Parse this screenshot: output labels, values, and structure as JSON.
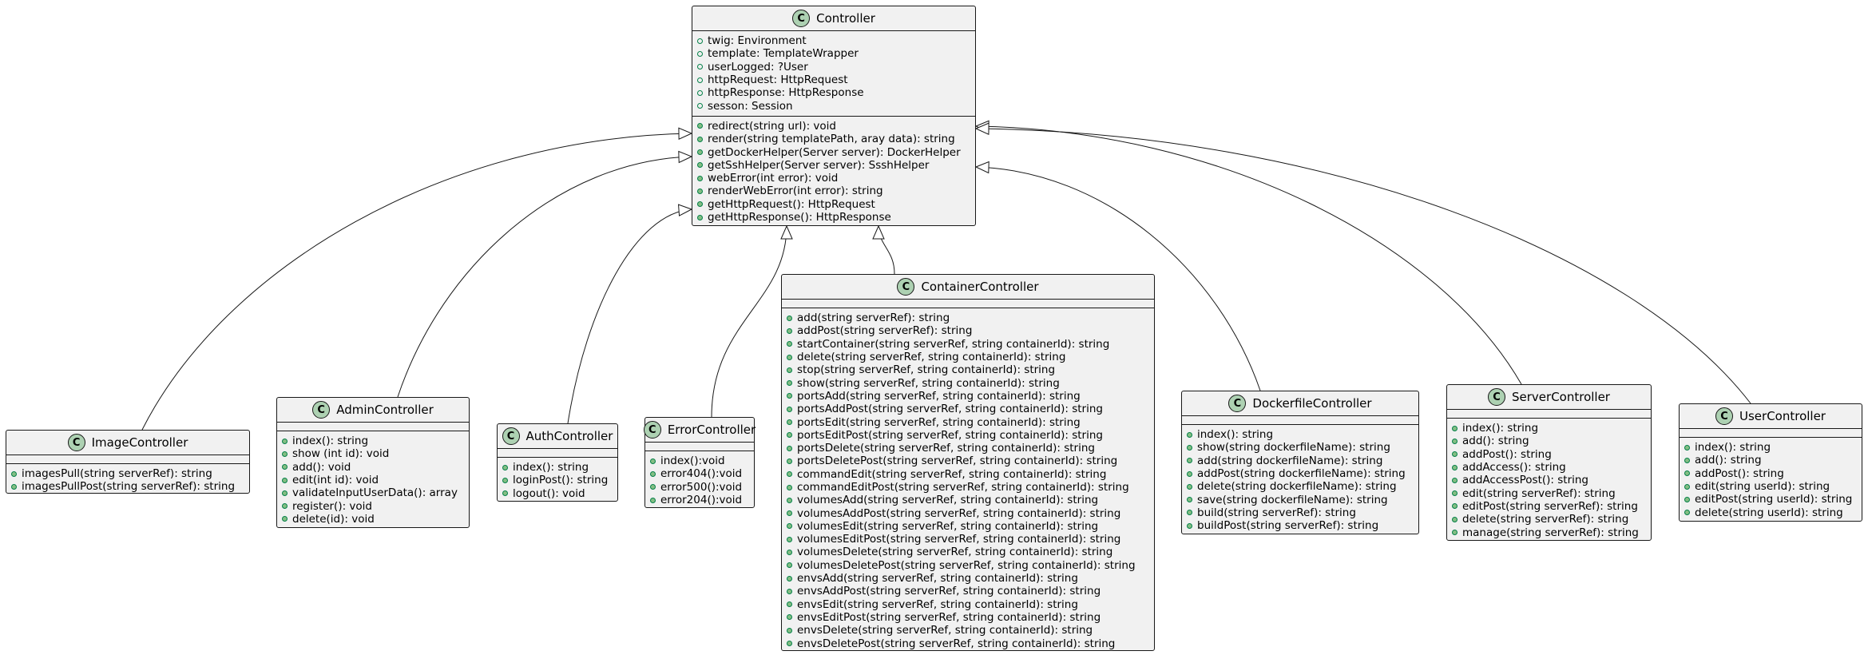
{
  "diagram": {
    "classes": {
      "controller": {
        "name": "Controller",
        "badge": "C",
        "attributes": [
          "twig: Environment",
          "template: TemplateWrapper",
          "userLogged: ?User",
          "httpRequest: HttpRequest",
          "httpResponse: HttpResponse",
          "sesson: Session"
        ],
        "methods": [
          "redirect(string url): void",
          "render(string templatePath, aray data): string",
          "getDockerHelper(Server server): DockerHelper",
          "getSshHelper(Server server): SsshHelper",
          "webError(int error): void",
          "renderWebError(int error): string",
          "getHttpRequest(): HttpRequest",
          "getHttpResponse(): HttpResponse"
        ]
      },
      "image": {
        "name": "ImageController",
        "badge": "C",
        "methods": [
          "imagesPull(string serverRef): string",
          "imagesPullPost(string serverRef): string"
        ]
      },
      "admin": {
        "name": "AdminController",
        "badge": "C",
        "methods": [
          "index(): string",
          "show (int id): void",
          "add(): void",
          "edit(int id): void",
          "validateInputUserData(): array",
          "register(): void",
          "delete(id): void"
        ]
      },
      "auth": {
        "name": "AuthController",
        "badge": "C",
        "methods": [
          "index(): string",
          "loginPost(): string",
          "logout(): void"
        ]
      },
      "error": {
        "name": "ErrorController",
        "badge": "C",
        "methods": [
          "index():void",
          "error404():void",
          "error500():void",
          "error204():void"
        ]
      },
      "container": {
        "name": "ContainerController",
        "badge": "C",
        "methods": [
          "add(string serverRef): string",
          "addPost(string serverRef): string",
          "startContainer(string serverRef, string containerId): string",
          "delete(string serverRef, string containerId): string",
          "stop(string serverRef, string containerId): string",
          "show(string serverRef, string containerId): string",
          "portsAdd(string serverRef, string containerId): string",
          "portsAddPost(string serverRef, string containerId): string",
          "portsEdit(string serverRef, string containerId): string",
          "portsEditPost(string serverRef, string containerId): string",
          "portsDelete(string serverRef, string containerId): string",
          "portsDeletePost(string serverRef, string containerId): string",
          "commandEdit(string serverRef, string containerId): string",
          "commandEditPost(string serverRef, string containerId): string",
          "volumesAdd(string serverRef, string containerId): string",
          "volumesAddPost(string serverRef, string containerId): string",
          "volumesEdit(string serverRef, string containerId): string",
          "volumesEditPost(string serverRef, string containerId): string",
          "volumesDelete(string serverRef, string containerId): string",
          "volumesDeletePost(string serverRef, string containerId): string",
          "envsAdd(string serverRef, string containerId): string",
          "envsAddPost(string serverRef, string containerId): string",
          "envsEdit(string serverRef, string containerId): string",
          "envsEditPost(string serverRef, string containerId): string",
          "envsDelete(string serverRef, string containerId): string",
          "envsDeletePost(string serverRef, string containerId): string"
        ]
      },
      "dockerfile": {
        "name": "DockerfileController",
        "badge": "C",
        "methods": [
          "index(): string",
          "show(string dockerfileName): string",
          "add(string dockerfileName): string",
          "addPost(string dockerfileName): string",
          "delete(string dockerfileName): string",
          "save(string dockerfileName): string",
          "build(string serverRef): string",
          "buildPost(string serverRef): string"
        ]
      },
      "server": {
        "name": "ServerController",
        "badge": "C",
        "methods": [
          "index(): string",
          "add(): string",
          "addPost(): string",
          "addAccess(): string",
          "addAccessPost(): string",
          "edit(string serverRef): string",
          "editPost(string serverRef): string",
          "delete(string serverRef): string",
          "manage(string serverRef): string"
        ]
      },
      "user": {
        "name": "UserController",
        "badge": "C",
        "methods": [
          "index(): string",
          "add(): string",
          "addPost(): string",
          "edit(string userId): string",
          "editPost(string userId): string",
          "delete(string userId): string"
        ]
      }
    },
    "edges": [
      {
        "from": "image",
        "to": "controller",
        "type": "inheritance"
      },
      {
        "from": "admin",
        "to": "controller",
        "type": "inheritance"
      },
      {
        "from": "auth",
        "to": "controller",
        "type": "inheritance"
      },
      {
        "from": "error",
        "to": "controller",
        "type": "inheritance"
      },
      {
        "from": "container",
        "to": "controller",
        "type": "inheritance"
      },
      {
        "from": "dockerfile",
        "to": "controller",
        "type": "inheritance"
      },
      {
        "from": "server",
        "to": "controller",
        "type": "inheritance"
      },
      {
        "from": "user",
        "to": "controller",
        "type": "inheritance"
      }
    ],
    "colors": {
      "box_fill": "#f1f1f1",
      "border": "#181818",
      "badge_fill": "#add1b2",
      "visibility_fill": "#84be84",
      "visibility_border": "#038048"
    }
  }
}
